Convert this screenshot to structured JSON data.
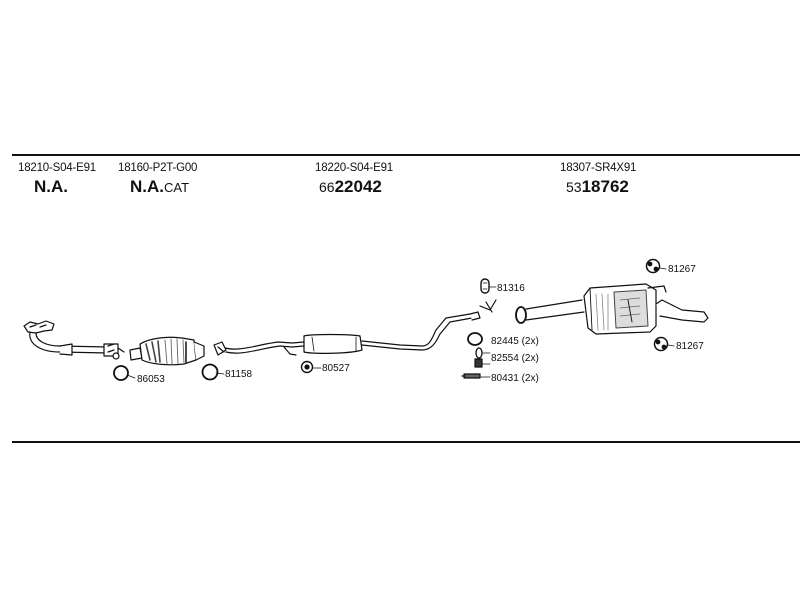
{
  "headers": [
    {
      "part_number": "18210-S04-E91",
      "ref_prefix": "",
      "ref_main": "N.A.",
      "ref_suffix": ""
    },
    {
      "part_number": "18160-P2T-G00",
      "ref_prefix": "",
      "ref_main": "N.A.",
      "ref_suffix": "CAT"
    },
    {
      "part_number": "18220-S04-E91",
      "ref_prefix": "66",
      "ref_main": "22042",
      "ref_suffix": ""
    },
    {
      "part_number": "18307-SR4X91",
      "ref_prefix": "53",
      "ref_main": "18762",
      "ref_suffix": ""
    }
  ],
  "callouts": {
    "c86053": "86053",
    "c81158": "81158",
    "c80527": "80527",
    "c81316": "81316",
    "c82445": "82445 (2x)",
    "c82554": "82554 (2x)",
    "c80431": "80431 (2x)",
    "c81267_top": "81267",
    "c81267_bottom": "81267"
  }
}
